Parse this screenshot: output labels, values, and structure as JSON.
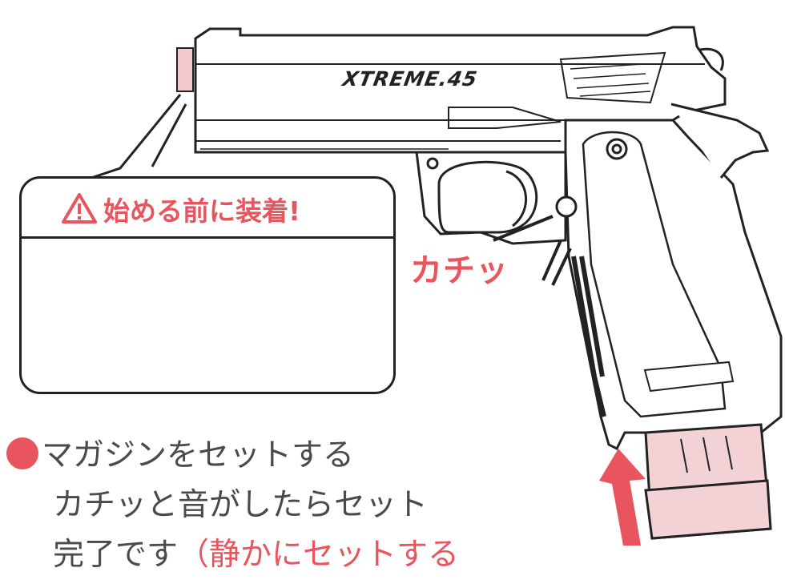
{
  "model_name": "XTREME.45",
  "model_tagline": "——————————————",
  "callout": {
    "warning_icon": "warning-triangle-icon",
    "title": "始める前に装着!"
  },
  "sound_effect": "カチッ",
  "instruction": {
    "title": "マガジンをセットする",
    "line2": "カチッと音がしたらセット",
    "line3_main": "完了です",
    "line3_note": "（静かにセットする"
  },
  "colors": {
    "accent": "#e8555e",
    "ink": "#222222",
    "text": "#4a4a4a"
  }
}
